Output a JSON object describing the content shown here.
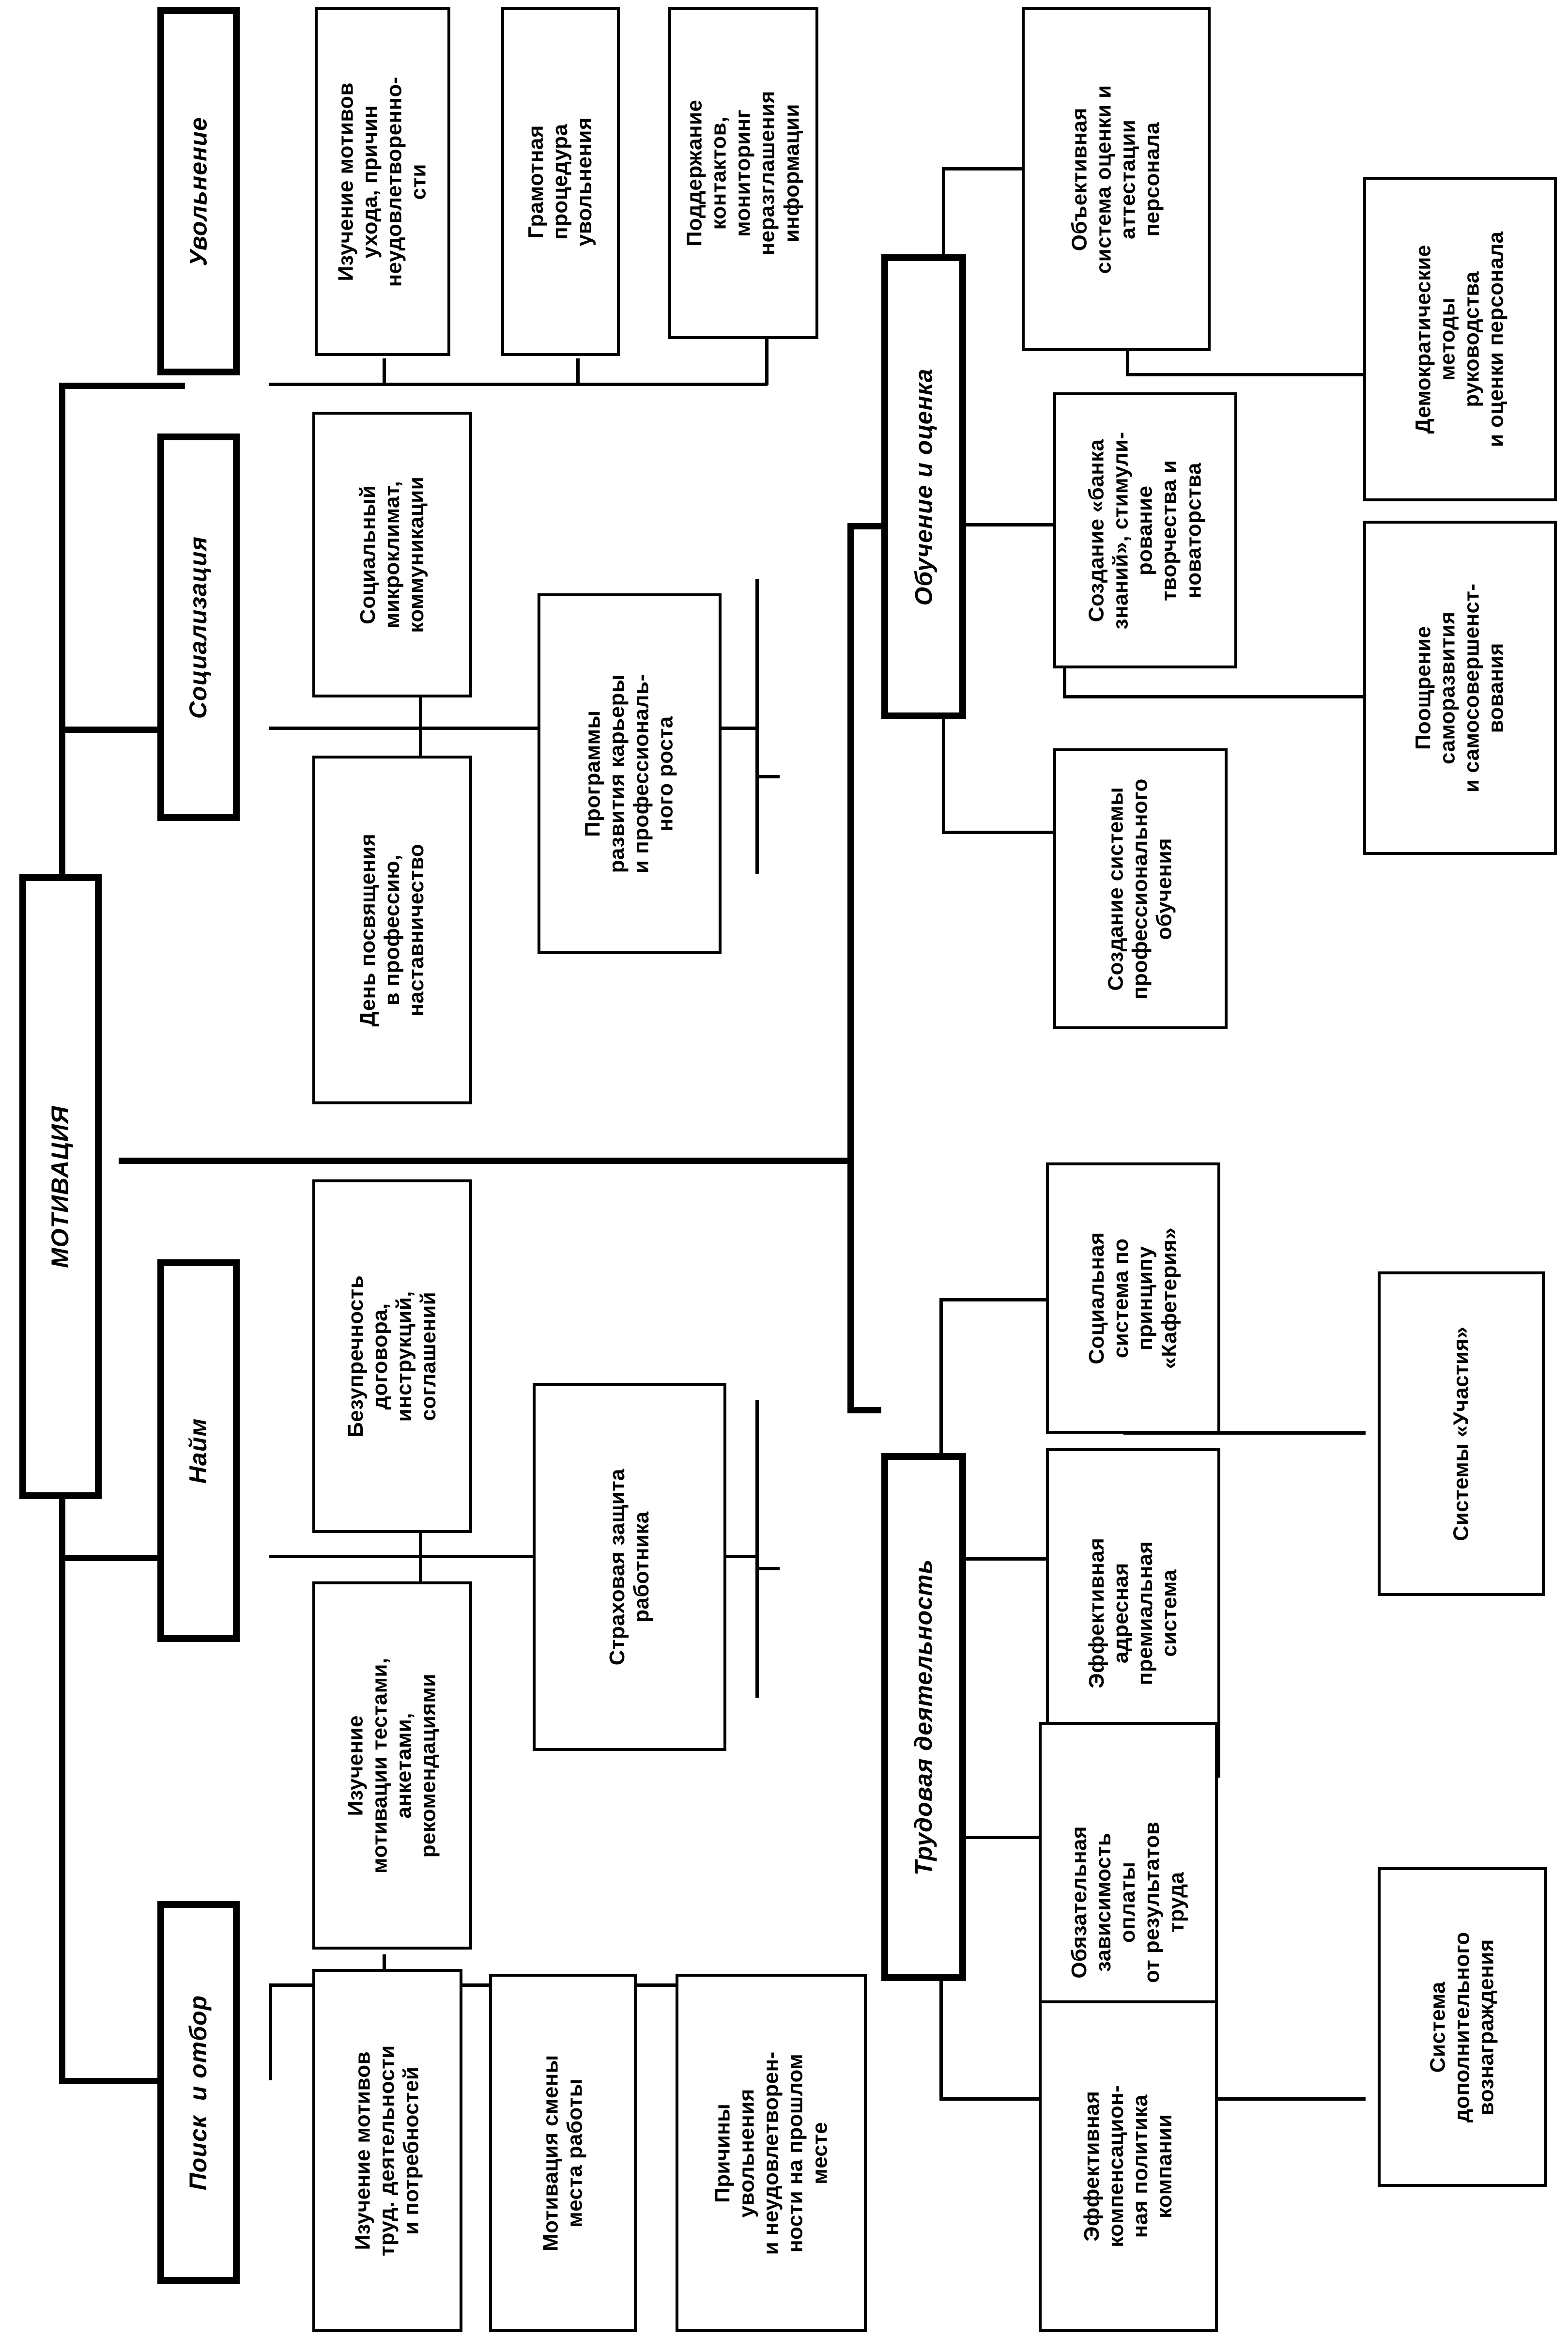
{
  "diagram": {
    "title": "МОТИВАЦИЯ",
    "orientation": "rotated-90",
    "root": {
      "label": "МОТИВАЦИЯ"
    },
    "branches": [
      {
        "id": "uvolnenie",
        "label": "Увольнение",
        "children": [
          {
            "label": "Изучение мотивов\nухода, причин\nнеудовлетворенно-\nсти"
          },
          {
            "label": "Грамотная\nпроцедура\nувольнения"
          },
          {
            "label": "Поддержание\nконтактов,\nмониторинг\nнеразглашения\nинформации"
          }
        ]
      },
      {
        "id": "socializaciya",
        "label": "Социализация",
        "children": [
          {
            "label": "Социальный\nмикроклимат,\nкоммуникации"
          },
          {
            "label": "День посвящения\nв профессию,\nнаставничество"
          }
        ],
        "grandchildren": [
          {
            "label": "Программы\nразвития карьеры\nи профессиональ-\nного роста"
          }
        ]
      },
      {
        "id": "naim",
        "label": "Найм",
        "children": [
          {
            "label": "Безупречность\nдоговора,\nинструкций,\nсоглашений"
          },
          {
            "label": "Изучение\nмотивации тестами,\nанкетами,\nрекомендациями"
          }
        ],
        "grandchildren": [
          {
            "label": "Страховая защита\nработника"
          }
        ]
      },
      {
        "id": "poisk",
        "label": "Поиск  и отбор",
        "children": [
          {
            "label": "Изучение мотивов\nтруд. деятельности\nи потребностей"
          },
          {
            "label": "Мотивация смены\nместа работы"
          },
          {
            "label": "Причины\nувольнения\nи неудовлетворен-\nности на прошлом\nместе"
          }
        ]
      },
      {
        "id": "obuchenie",
        "label": "Обучение и оценка",
        "children": [
          {
            "label": "Объективная\nсистема оценки и\nаттестации\nперсонала"
          },
          {
            "label": "Создание «банка\nзнаний», стимули-\nрование\nтворчества и\nноваторства"
          },
          {
            "label": "Создание системы\nпрофессионального\nобучения"
          }
        ],
        "grandchildren": [
          {
            "label": "Демократические\nметоды\nруководства\nи оценки персонала"
          },
          {
            "label": "Поощрение\nсаморазвития\nи самосовершенст-\nвования"
          }
        ]
      },
      {
        "id": "trudovaya",
        "label": "Трудовая деятельность",
        "children": [
          {
            "label": "Социальная\nсистема по\nпринципу\n«Кафетерия»"
          },
          {
            "label": "Эффективная\nадресная\nпремиальная\nсистема"
          },
          {
            "label": "Обязательная\nзависимость\nоплаты\nот результатов\nтруда"
          },
          {
            "label": "Эффективная\nкомпенсацион-\nная политика\nкомпании"
          }
        ],
        "grandchildren": [
          {
            "label": "Системы «Участия»"
          },
          {
            "label": "Система\nдополнительного\nвознаграждения"
          }
        ]
      }
    ]
  },
  "style": {
    "ink": "#000000",
    "paper": "#ffffff"
  }
}
